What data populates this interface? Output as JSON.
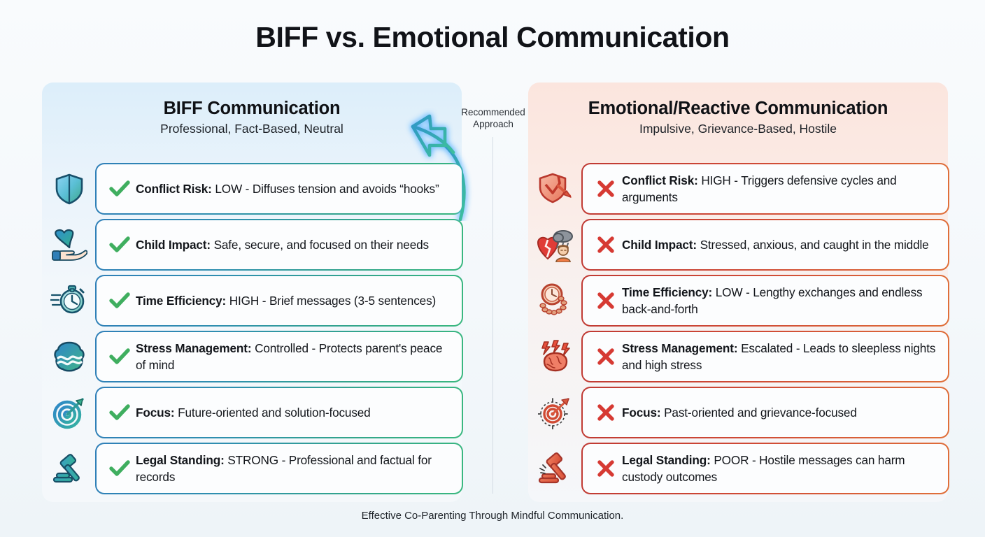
{
  "title": "BIFF vs. Emotional Communication",
  "footer": "Effective Co-Parenting Through Mindful Communication.",
  "annotation": {
    "line1": "Recommended",
    "line2": "Approach",
    "arrow_icon": "curved-arrow-left-icon"
  },
  "colors": {
    "page_bg": "#f7fafc",
    "left_panel_bg": "#dceefa",
    "right_panel_bg": "#fbe5de",
    "left_accent": "#2f7fb8",
    "left_accent_2": "#3ab87f",
    "right_accent": "#c03a34",
    "right_accent_2": "#e0703a",
    "check_green": "#3fae5f",
    "cross_red": "#d63a33",
    "divider": "#d3dbe3",
    "title_text": "#111318"
  },
  "left": {
    "title": "BIFF Communication",
    "subtitle": "Professional, Fact-Based, Neutral",
    "mark_icon": "check-icon",
    "rows": [
      {
        "icon": "shield-icon",
        "label": "Conflict Risk:",
        "value": "LOW - Diffuses tension and avoids “hooks”"
      },
      {
        "icon": "heart-hand-icon",
        "label": "Child Impact:",
        "value": "Safe, secure, and focused on their needs"
      },
      {
        "icon": "stopwatch-icon",
        "label": "Time Efficiency:",
        "value": "HIGH - Brief messages (3-5 sentences)"
      },
      {
        "icon": "calm-brain-icon",
        "label": "Stress Management:",
        "value": "Controlled - Protects parent's peace of mind"
      },
      {
        "icon": "target-arrow-icon",
        "label": "Focus:",
        "value": "Future-oriented and solution-focused"
      },
      {
        "icon": "gavel-icon",
        "label": "Legal Standing:",
        "value": "STRONG - Professional and factual for records"
      }
    ]
  },
  "right": {
    "title": "Emotional/Reactive Communication",
    "subtitle": "Impulsive, Grievance-Based, Hostile",
    "mark_icon": "cross-icon",
    "rows": [
      {
        "icon": "broken-shield-icon",
        "label": "Conflict Risk:",
        "value": "HIGH - Triggers defensive cycles and arguments"
      },
      {
        "icon": "broken-heart-child-icon",
        "label": "Child Impact:",
        "value": "Stressed, anxious, and caught in the middle"
      },
      {
        "icon": "pocket-watch-icon",
        "label": "Time Efficiency:",
        "value": "LOW - Lengthy exchanges and endless back-and-forth"
      },
      {
        "icon": "stressed-brain-icon",
        "label": "Stress Management:",
        "value": "Escalated - Leads to sleepless nights and high stress"
      },
      {
        "icon": "target-past-icon",
        "label": "Focus:",
        "value": "Past-oriented and grievance-focused"
      },
      {
        "icon": "broken-gavel-icon",
        "label": "Legal Standing:",
        "value": "POOR - Hostile messages can harm custody outcomes"
      }
    ]
  }
}
